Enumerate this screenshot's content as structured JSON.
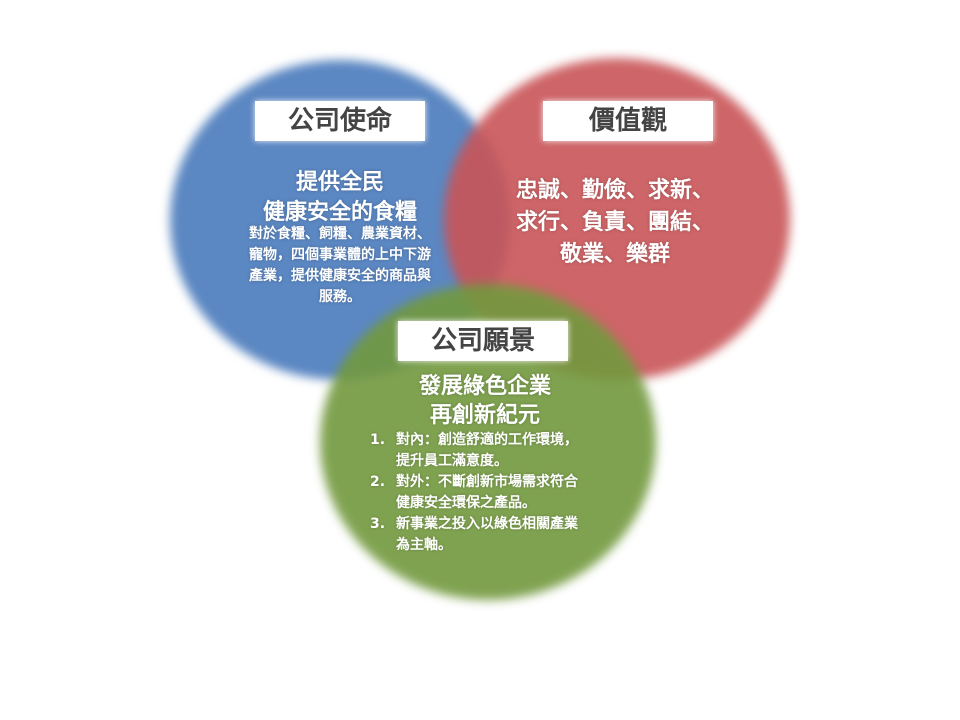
{
  "mission": {
    "label": "公司使命",
    "heading_line1": "提供全民",
    "heading_line2": "健康安全的食糧",
    "description": [
      "對於食糧、飼糧、農業資材、",
      "寵物，四個事業體的上中下游",
      "產業，提供健康安全的商品與",
      "服務。"
    ],
    "color": "#5b87c2"
  },
  "values": {
    "label": "價值觀",
    "lines": [
      "忠誠、勤儉、求新、",
      "求行、負責、團結、",
      "敬業、樂群"
    ],
    "color": "#c95558"
  },
  "vision": {
    "label": "公司願景",
    "heading_line1": "發展綠色企業",
    "heading_line2": "再創新紀元",
    "items": [
      {
        "num": "1.",
        "line1": "對內：創造舒適的工作環境，",
        "line2": "提升員工滿意度。"
      },
      {
        "num": "2.",
        "line1": "對外：不斷創新市場需求符合",
        "line2": "健康安全環保之產品。"
      },
      {
        "num": "3.",
        "line1": "新事業之投入以綠色相關產業",
        "line2": "為主軸。"
      }
    ],
    "color": "#72993e"
  }
}
